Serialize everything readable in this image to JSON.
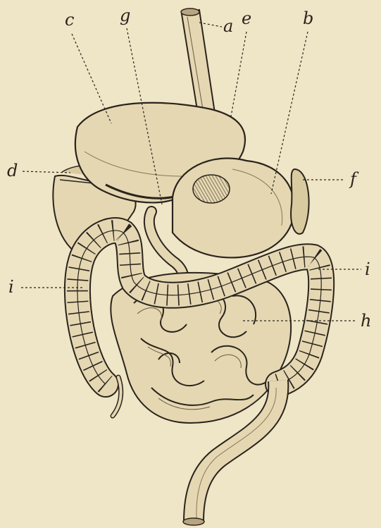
{
  "labels": {
    "a": "a",
    "b": "b",
    "c": "c",
    "d": "d",
    "e": "e",
    "f": "f",
    "g": "g",
    "h": "h",
    "i_left": "i",
    "i_right": "i"
  },
  "colors": {
    "paper": "#efe5c7",
    "ink": "#2a241c",
    "organ_fill": "#e4d7b2",
    "shade": "#b8a57f"
  }
}
